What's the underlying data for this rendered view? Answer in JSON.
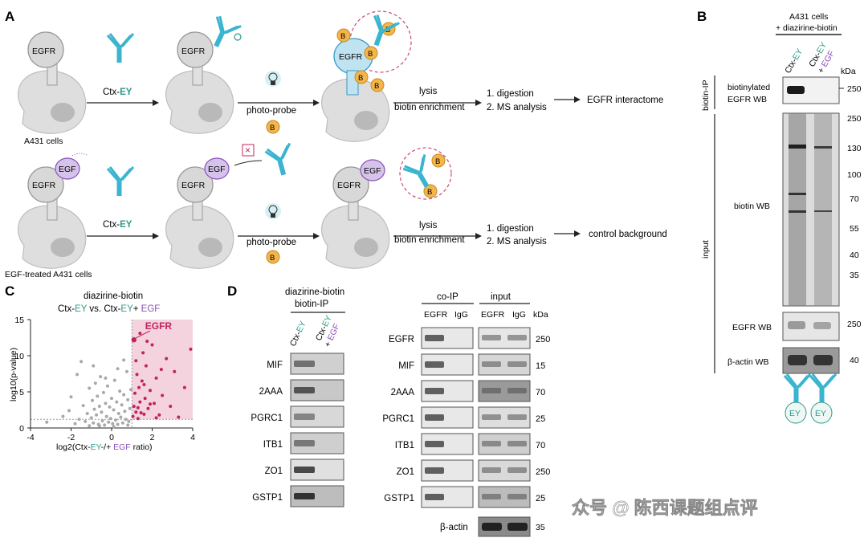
{
  "panels": {
    "A": "A",
    "B": "B",
    "C": "C",
    "D": "D"
  },
  "panel_a": {
    "egfr": "EGFR",
    "egf": "EGF",
    "b": "B",
    "ctx_prefix": "Ctx-",
    "ey": "EY",
    "photo_probe": "photo-probe",
    "lysis": "lysis",
    "biotin_enrichment": "biotin enrichment",
    "step1": "1. digestion",
    "step2": "2. MS analysis",
    "out_top": "EGFR interactome",
    "out_bottom": "control background",
    "cells_top": "A431 cells",
    "cells_bottom": "EGF-treated A431 cells",
    "blocked": "×"
  },
  "panel_b": {
    "header1": "A431 cells",
    "header2": "+ diazirine-biotin",
    "lane1_a": "Ctx-",
    "lane1_b": "EY",
    "lane2_a": "Ctx-",
    "lane2_b": "EY",
    "lane2_c": "+ ",
    "lane2_d": "EGF",
    "kda": "kDa",
    "biotin_ip": "biotin-IP",
    "input": "input",
    "row1_a": "biotinylated",
    "row1_b": "EGFR WB",
    "row2": "biotin WB",
    "row3": "EGFR WB",
    "row4": "β-actin WB",
    "row1_mw": [
      "250"
    ],
    "row2_mw": [
      "250",
      "130",
      "100",
      "70",
      "55",
      "40",
      "35"
    ],
    "row3_mw": [
      "250"
    ],
    "row4_mw": [
      "40"
    ],
    "antibody_ey": "EY"
  },
  "panel_c": {
    "title1": "diazirine-biotin",
    "title2_a": "Ctx-",
    "title2_b": "EY",
    "title2_c": " vs. Ctx-",
    "title2_d": "EY",
    "title2_e": "+ ",
    "title2_f": "EGF",
    "ylabel": "log10(p-value)",
    "xlabel_a": "log2(Ctx-",
    "xlabel_b": "EY",
    "xlabel_c": "-/+ ",
    "xlabel_d": "EGF",
    "xlabel_e": " ratio)",
    "annotation": "EGFR"
  },
  "chart_data": {
    "type": "scatter",
    "title": "diazirine-biotin Ctx-EY vs. Ctx-EY+ EGF",
    "xlabel": "log2(Ctx-EY-/+ EGF ratio)",
    "ylabel": "log10(p-value)",
    "xlim": [
      -4,
      4
    ],
    "ylim": [
      0,
      15
    ],
    "xticks": [
      "-4",
      "-2",
      "0",
      "2",
      "4"
    ],
    "yticks": [
      "0",
      "5",
      "10",
      "15"
    ],
    "highlight_color": "#c0245e",
    "background_color": "#a9a9a9",
    "annotation": {
      "label": "EGFR",
      "x": 1.1,
      "y": 12.2
    },
    "series": [
      {
        "values": [
          [
            -3.2,
            0.8
          ],
          [
            -2.4,
            1.6
          ],
          [
            -2.1,
            2.4
          ],
          [
            -1.8,
            0.6
          ],
          [
            -1.6,
            1.2
          ],
          [
            -1.5,
            9.2
          ],
          [
            -1.4,
            3.1
          ],
          [
            -1.3,
            0.9
          ],
          [
            -1.2,
            2.0
          ],
          [
            -1.1,
            5.5
          ],
          [
            -1.0,
            1.4
          ],
          [
            -0.95,
            3.8
          ],
          [
            -0.9,
            0.7
          ],
          [
            -0.85,
            2.6
          ],
          [
            -0.8,
            6.2
          ],
          [
            -0.75,
            1.8
          ],
          [
            -0.7,
            4.4
          ],
          [
            -0.65,
            0.5
          ],
          [
            -0.6,
            3.0
          ],
          [
            -0.55,
            7.1
          ],
          [
            -0.5,
            2.2
          ],
          [
            -0.45,
            1.0
          ],
          [
            -0.4,
            4.9
          ],
          [
            -0.35,
            0.4
          ],
          [
            -0.3,
            3.4
          ],
          [
            -0.25,
            1.6
          ],
          [
            -0.2,
            5.8
          ],
          [
            -0.15,
            0.8
          ],
          [
            -0.1,
            2.9
          ],
          [
            -0.05,
            1.3
          ],
          [
            0.0,
            4.1
          ],
          [
            0.05,
            0.6
          ],
          [
            0.1,
            2.5
          ],
          [
            0.15,
            6.6
          ],
          [
            0.2,
            1.1
          ],
          [
            0.25,
            3.6
          ],
          [
            0.3,
            0.5
          ],
          [
            0.35,
            2.0
          ],
          [
            0.4,
            5.1
          ],
          [
            0.45,
            1.5
          ],
          [
            0.5,
            3.2
          ],
          [
            0.55,
            0.7
          ],
          [
            0.6,
            4.6
          ],
          [
            0.65,
            2.3
          ],
          [
            0.7,
            1.2
          ],
          [
            0.75,
            7.8
          ],
          [
            0.8,
            3.9
          ],
          [
            0.85,
            0.9
          ],
          [
            0.9,
            2.7
          ],
          [
            0.95,
            5.3
          ],
          [
            -2.0,
            4.3
          ],
          [
            -1.7,
            7.4
          ],
          [
            -0.9,
            8.6
          ],
          [
            -0.3,
            6.9
          ],
          [
            0.3,
            8.2
          ],
          [
            0.6,
            9.4
          ],
          [
            -1.1,
            0.3
          ],
          [
            0.1,
            0.2
          ],
          [
            -0.6,
            0.3
          ],
          [
            0.8,
            0.4
          ]
        ]
      },
      {
        "values": [
          [
            1.1,
            12.2
          ],
          [
            1.05,
            1.6
          ],
          [
            1.1,
            3.0
          ],
          [
            1.15,
            4.8
          ],
          [
            1.2,
            2.2
          ],
          [
            1.25,
            7.4
          ],
          [
            1.3,
            1.3
          ],
          [
            1.35,
            5.6
          ],
          [
            1.4,
            3.6
          ],
          [
            1.45,
            2.1
          ],
          [
            1.5,
            6.5
          ],
          [
            1.55,
            10.4
          ],
          [
            1.6,
            1.9
          ],
          [
            1.65,
            4.1
          ],
          [
            1.7,
            8.6
          ],
          [
            1.8,
            2.7
          ],
          [
            1.9,
            5.2
          ],
          [
            2.0,
            11.5
          ],
          [
            2.1,
            3.4
          ],
          [
            2.2,
            6.9
          ],
          [
            2.35,
            1.8
          ],
          [
            2.5,
            4.5
          ],
          [
            2.7,
            9.6
          ],
          [
            2.9,
            3.0
          ],
          [
            3.1,
            7.8
          ],
          [
            3.3,
            1.5
          ],
          [
            3.6,
            5.6
          ],
          [
            3.9,
            10.9
          ],
          [
            1.2,
            9.3
          ],
          [
            1.4,
            13.1
          ],
          [
            1.75,
            12.0
          ],
          [
            2.45,
            8.1
          ],
          [
            1.3,
            2.8
          ],
          [
            1.6,
            6.0
          ],
          [
            1.9,
            3.3
          ],
          [
            2.2,
            1.4
          ]
        ]
      }
    ]
  },
  "panel_d": {
    "sub1_a": "diazirine-biotin",
    "sub1_b": "biotin-IP",
    "lane1_a": "Ctx-",
    "lane1_b": "EY",
    "lane2_a": "Ctx-",
    "lane2_b": "EY",
    "lane2_c": "+ ",
    "lane2_d": "EGF",
    "coip": "co-IP",
    "input": "input",
    "col_egfr1": "EGFR",
    "col_igg1": "IgG",
    "col_egfr2": "EGFR",
    "col_igg2": "IgG",
    "kda": "kDa",
    "left_rows": [
      "MIF",
      "2AAA",
      "PGRC1",
      "ITB1",
      "ZO1",
      "GSTP1"
    ],
    "right_rows": [
      "EGFR",
      "MIF",
      "2AAA",
      "PGRC1",
      "ITB1",
      "ZO1",
      "GSTP1"
    ],
    "right_mw": [
      "250",
      "15",
      "70",
      "25",
      "70",
      "250",
      "25"
    ],
    "actin": "β-actin",
    "actin_mw": "35"
  },
  "watermark": "众号 @ 陈西课题组点评"
}
